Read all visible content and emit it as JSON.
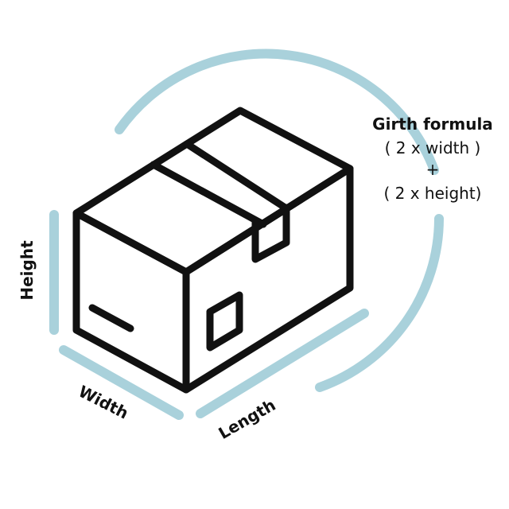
{
  "labels": {
    "height": "Height",
    "width": "Width",
    "length": "Length"
  },
  "formula": {
    "title": "Girth formula",
    "line1": "( 2 x width )",
    "operator": "+",
    "line2": "( 2 x height)"
  },
  "colors": {
    "accent": "#a9d1db",
    "stroke": "#111111",
    "background": "#ffffff"
  }
}
